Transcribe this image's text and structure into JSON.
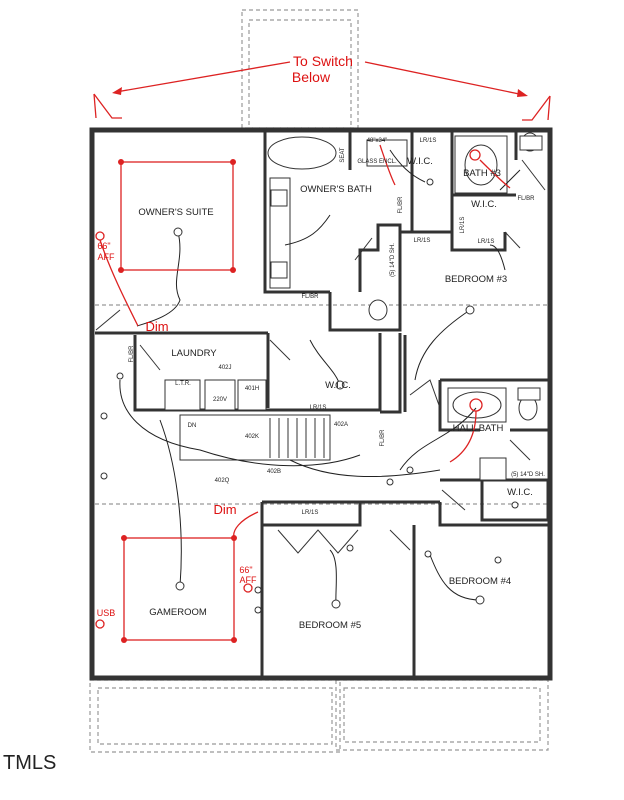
{
  "annotations": {
    "switch_note_line1": "To Switch",
    "switch_note_line2": "Below",
    "dim_upper": "Dim",
    "dim_lower": "Dim",
    "aff_left_top": "66\"",
    "aff_left_bottom": "AFF",
    "aff_right_top": "66\"",
    "aff_right_bottom": "AFF",
    "usb": "USB"
  },
  "rooms": {
    "owners_suite": "OWNER'S SUITE",
    "owners_bath": "OWNER'S BATH",
    "wic_owner": "W.I.C.",
    "bath3": "BATH #3",
    "wic_bath3": "W.I.C.",
    "bedroom3": "BEDROOM #3",
    "laundry": "LAUNDRY",
    "wic_center": "W.I.C.",
    "hall_bath": "HALL BATH",
    "wic_hall": "W.I.C.",
    "gameroom": "GAMEROOM",
    "bedroom5": "BEDROOM #5",
    "bedroom4": "BEDROOM #4"
  },
  "small_labels": {
    "seat": "SEAT",
    "glass_size": "48\"x34\"",
    "glass_encl": "GLASS ENCL.",
    "lr_ls_top": "LR/1S",
    "fl_br_1": "FL/BR",
    "fl_br_2": "FL/BR",
    "fl_br_3": "FL/BR",
    "fl_br_4": "FL/BR",
    "fl_br_5": "FL/BR",
    "lr_ls_2": "LR/1S",
    "lr_ls_3": "LR/1S",
    "lr_ls_4": "LR/1S",
    "lr_ls_5": "LR/1S",
    "lr_ls_6": "LR/1S",
    "sh_vert": "(5) 14\"D SH.",
    "sh_hall": "(5) 14\"D SH.",
    "dn": "DN",
    "c402j": "402J",
    "c401h": "401H",
    "c402b": "402B",
    "c402q": "402Q",
    "c402a": "402A",
    "c402k": "402K",
    "ltr": "L.T.R.",
    "c220v": "220V"
  },
  "colors": {
    "annotation_red": "#d11111",
    "wall": "#333333",
    "dashed_outline": "#999999"
  },
  "watermark": "TMLS"
}
